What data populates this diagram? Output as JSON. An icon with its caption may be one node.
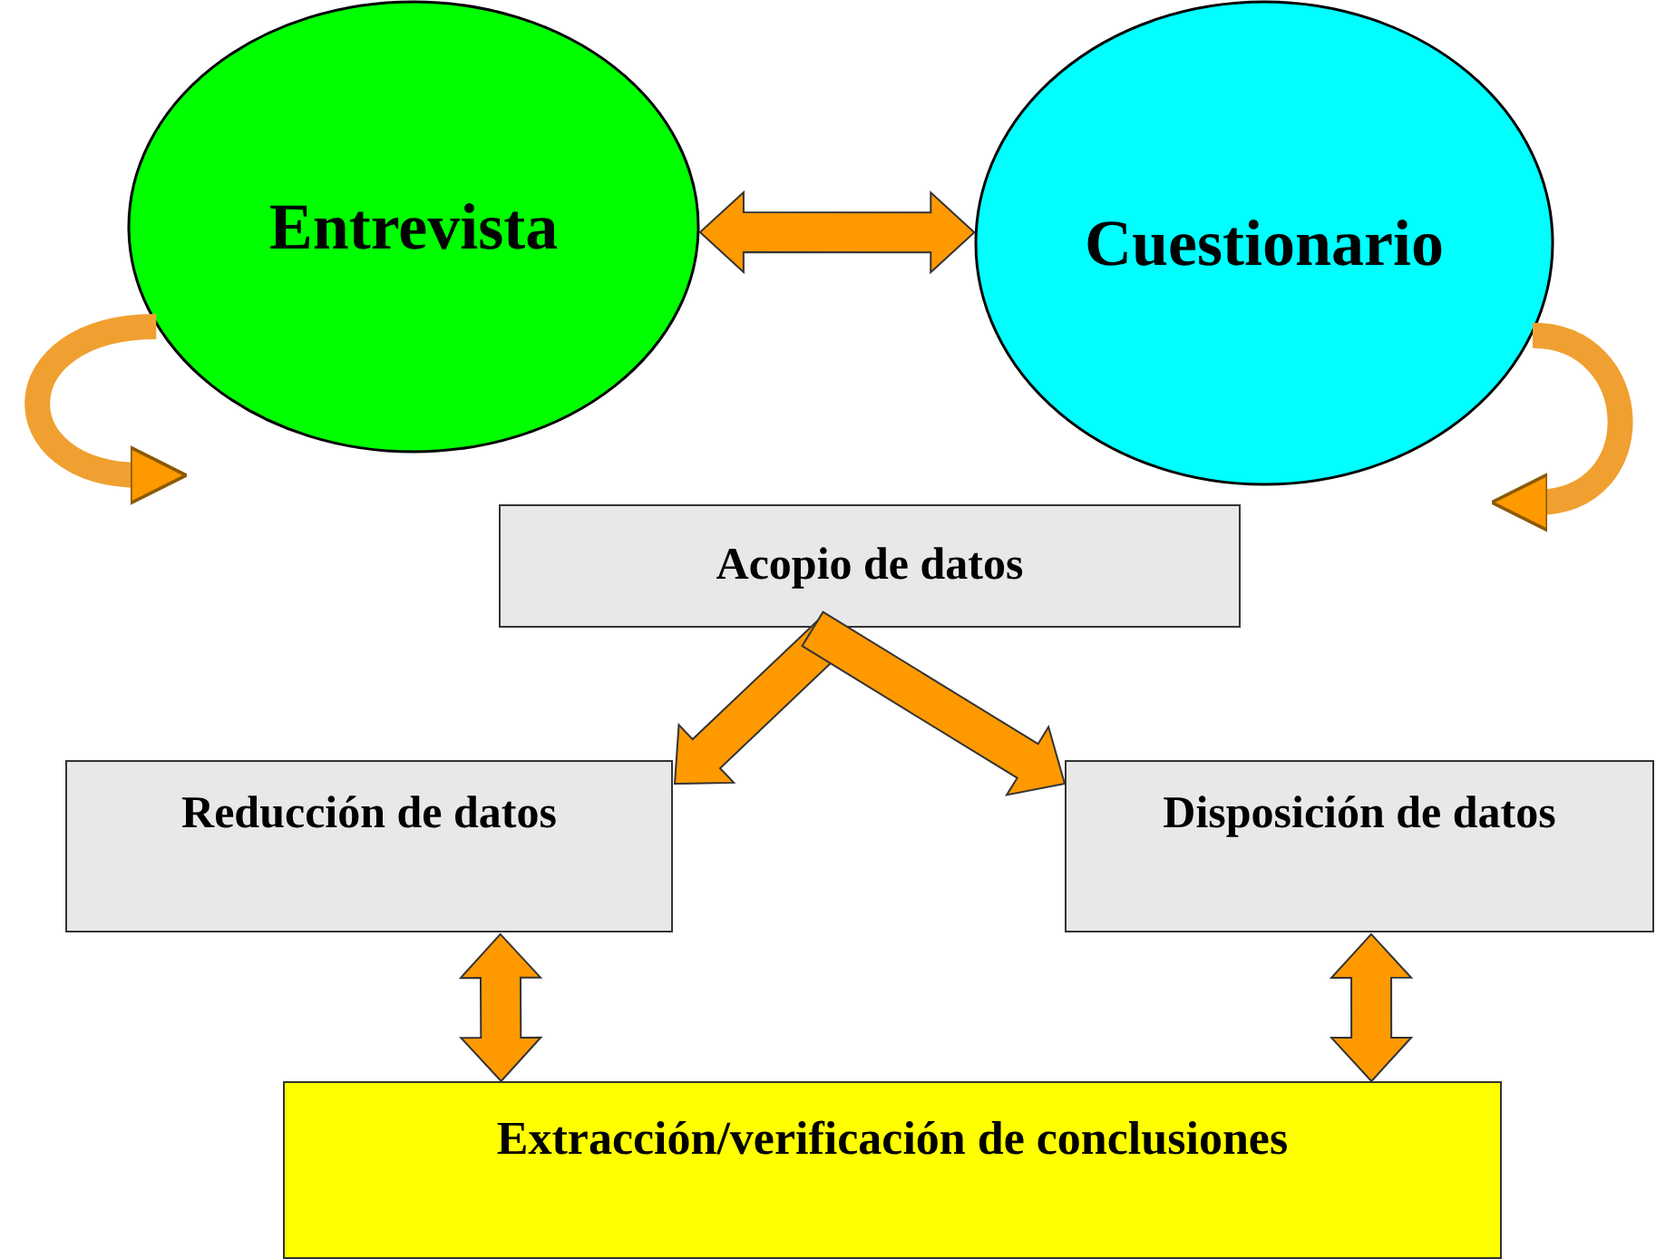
{
  "diagram": {
    "nodes": [
      {
        "text": [
          "Entrevista"
        ]
      },
      {
        "text": [
          "Cuestionario"
        ]
      },
      {
        "text": [
          "Acopio de datos"
        ]
      },
      {
        "text": [
          "Reducción de datos"
        ]
      },
      {
        "text": [
          "Disposición de datos"
        ]
      },
      {
        "text": [
          "Extracción/verificación de conclusiones"
        ]
      }
    ],
    "edges": [
      {
        "from": 0,
        "to": 1,
        "arrow": "both"
      },
      {
        "from": 0,
        "to": null,
        "arrow": "to"
      },
      {
        "from": 1,
        "to": null,
        "arrow": "to"
      },
      {
        "from": 2,
        "to": 3,
        "arrow": "to"
      },
      {
        "from": 2,
        "to": 4,
        "arrow": "to"
      },
      {
        "from": 3,
        "to": 5,
        "arrow": "both"
      },
      {
        "from": 4,
        "to": 5,
        "arrow": "both"
      }
    ]
  }
}
